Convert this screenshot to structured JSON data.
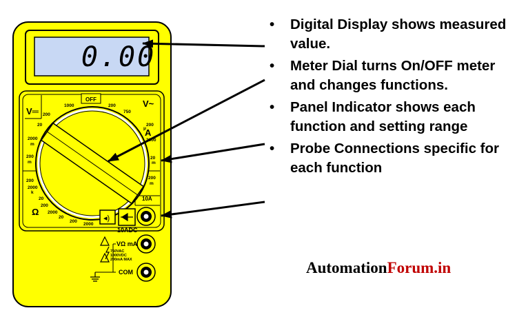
{
  "display": {
    "reading": "0.00"
  },
  "meter": {
    "off_label": "OFF",
    "voltage_dc_label": "V═",
    "voltage_ac_label": "V~",
    "current_label": "A",
    "ohm_label": "Ω",
    "ten_a_label": "10A",
    "ten_adc_label": "10ADC",
    "vohm_ma_label": "VΩ mA",
    "com_label": "COM",
    "warning_text": [
      "750VAC",
      "1000VDC",
      "200mA MAX"
    ],
    "dial_scale": {
      "dcv": [
        "1000",
        "200",
        "20",
        "2000",
        "m",
        "200",
        "m"
      ],
      "acv": [
        "200",
        "750"
      ],
      "dca": [
        "200",
        "μ",
        "2000",
        "20",
        "m",
        "200",
        "m"
      ],
      "ohm": [
        "200",
        "2000",
        "k",
        "20",
        "200",
        "2000",
        "20",
        "200",
        "2000"
      ]
    }
  },
  "bullets": [
    {
      "symbol": "•",
      "text": "Digital Display shows measured value."
    },
    {
      "symbol": "•",
      "text": "Meter Dial turns On/OFF meter and changes functions."
    },
    {
      "symbol": "•",
      "text": "Panel Indicator shows each function and setting range"
    },
    {
      "symbol": "•",
      "text": "Probe Connections specific for each function"
    }
  ],
  "brand": {
    "part1": "Automation",
    "part2": "Forum.in",
    "color_part2": "#c00000"
  },
  "colors": {
    "body": "#ffff00",
    "lcd": "#c8d8f4",
    "outline": "#000000"
  }
}
